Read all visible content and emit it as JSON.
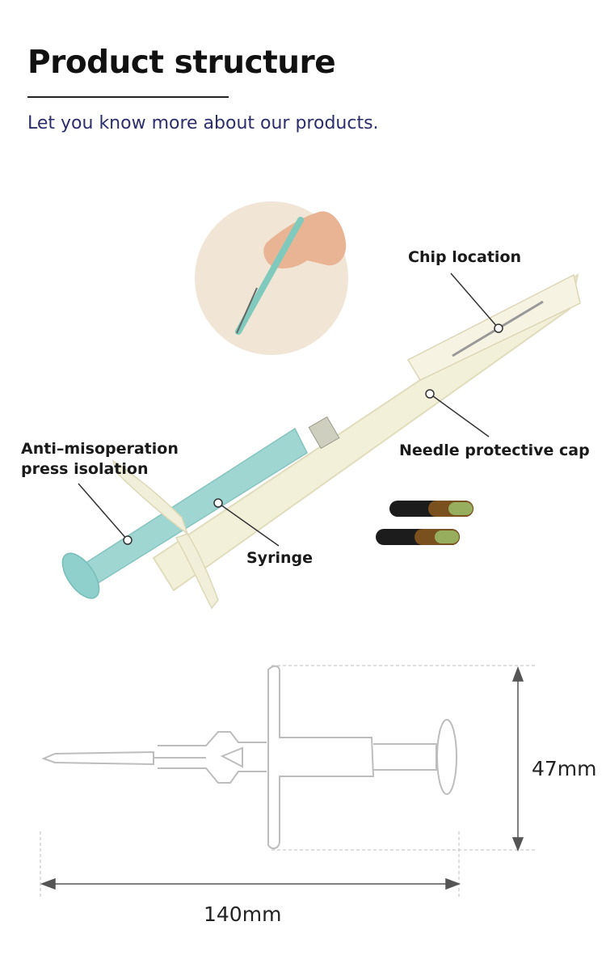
{
  "header": {
    "title": "Product structure",
    "subtitle": "Let you know more about our products."
  },
  "callouts": {
    "chip_location": "Chip location",
    "needle_cap": "Needle protective cap",
    "anti_misoperation_line1": "Anti–misoperation",
    "anti_misoperation_line2": "press isolation",
    "syringe": "Syringe"
  },
  "dimensions": {
    "height": "47mm",
    "length": "140mm"
  },
  "colors": {
    "title": "#111111",
    "subtitle": "#2b2e6b",
    "syringe_body": "#f1efd6",
    "plunger": "#9fd6d2"
  }
}
